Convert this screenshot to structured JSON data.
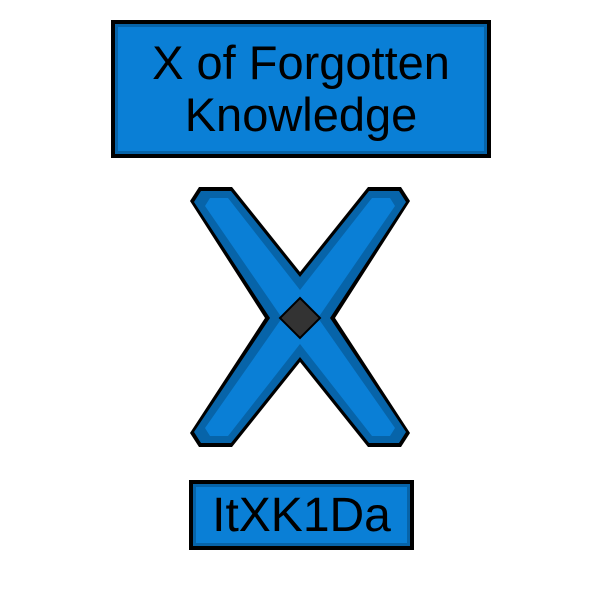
{
  "item": {
    "title_line1": "X of Forgotten",
    "title_line2": "Knowledge",
    "code": "ItXK1Da",
    "icon": "x-glyph-icon"
  },
  "colors": {
    "fill": "#0a7fd6",
    "fill_shade": "#0764a9",
    "outline": "#000000",
    "gem": "#333333",
    "background": "#ffffff"
  }
}
